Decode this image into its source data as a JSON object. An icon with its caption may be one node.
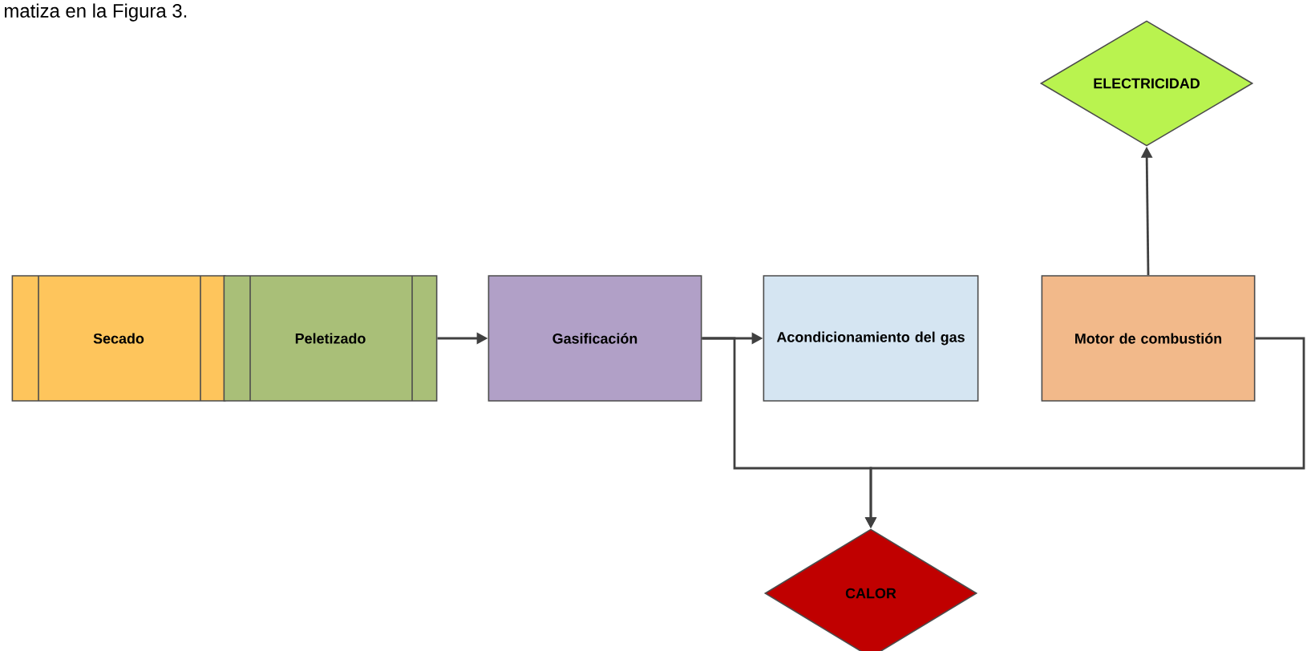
{
  "diagram": {
    "nodes": [
      {
        "text": [
          "Secado"
        ]
      },
      {
        "text": [
          "Peletizado"
        ]
      },
      {
        "text": [
          "Gasificación"
        ]
      },
      {
        "text": [
          "Acondicionamiento del gas"
        ]
      },
      {
        "text": [
          "Motor de combustión"
        ]
      },
      {
        "text": [
          "ELECTRICIDAD"
        ]
      },
      {
        "text": [
          "CALOR"
        ]
      }
    ],
    "edges": [
      {
        "from": 1,
        "to": 2,
        "arrow": "to"
      },
      {
        "from": 2,
        "to": 3,
        "arrow": "to"
      },
      {
        "from": 2,
        "to": 6,
        "arrow": "to"
      },
      {
        "from": 4,
        "to": 5,
        "arrow": "to"
      },
      {
        "from": 4,
        "to": 6,
        "arrow": "to"
      }
    ],
    "labels": [
      "matiza en la Figura 3."
    ]
  }
}
